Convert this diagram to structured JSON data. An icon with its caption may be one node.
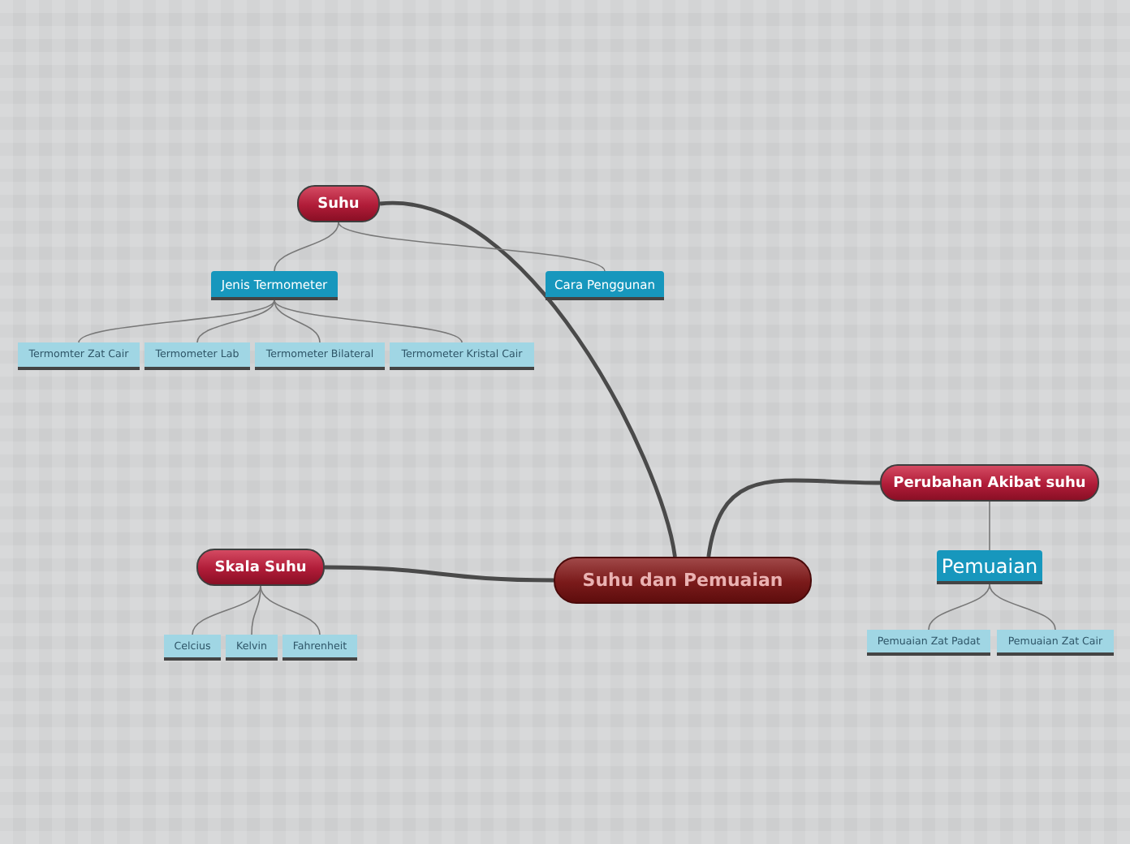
{
  "diagram": {
    "nodes": [
      {
        "text": [
          "Suhu dan Pemuaian"
        ]
      },
      {
        "text": [
          "Suhu"
        ]
      },
      {
        "text": [
          "Jenis Termometer"
        ]
      },
      {
        "text": [
          "Cara Penggunan"
        ]
      },
      {
        "text": [
          "Termomter Zat Cair"
        ]
      },
      {
        "text": [
          "Termometer Lab"
        ]
      },
      {
        "text": [
          "Termometer Bilateral"
        ]
      },
      {
        "text": [
          "Termometer Kristal Cair"
        ]
      },
      {
        "text": [
          "Skala Suhu"
        ]
      },
      {
        "text": [
          "Celcius"
        ]
      },
      {
        "text": [
          "Kelvin"
        ]
      },
      {
        "text": [
          "Fahrenheit"
        ]
      },
      {
        "text": [
          "Perubahan Akibat suhu"
        ]
      },
      {
        "text": [
          "Pemuaian"
        ]
      },
      {
        "text": [
          "Pemuaian Zat Padat"
        ]
      },
      {
        "text": [
          "Pemuaian Zat Cair"
        ]
      }
    ],
    "edges": [
      {
        "from": 0,
        "to": 1,
        "arrow": "none",
        "style": "thick"
      },
      {
        "from": 1,
        "to": 2,
        "arrow": "none"
      },
      {
        "from": 1,
        "to": 3,
        "arrow": "none"
      },
      {
        "from": 2,
        "to": 4,
        "arrow": "none"
      },
      {
        "from": 2,
        "to": 5,
        "arrow": "none"
      },
      {
        "from": 2,
        "to": 6,
        "arrow": "none"
      },
      {
        "from": 2,
        "to": 7,
        "arrow": "none"
      },
      {
        "from": 0,
        "to": 8,
        "arrow": "none",
        "style": "thick"
      },
      {
        "from": 8,
        "to": 9,
        "arrow": "none"
      },
      {
        "from": 8,
        "to": 10,
        "arrow": "none"
      },
      {
        "from": 8,
        "to": 11,
        "arrow": "none"
      },
      {
        "from": 0,
        "to": 12,
        "arrow": "none",
        "style": "thick"
      },
      {
        "from": 12,
        "to": 13,
        "arrow": "none"
      },
      {
        "from": 13,
        "to": 14,
        "arrow": "none"
      },
      {
        "from": 13,
        "to": 15,
        "arrow": "none"
      }
    ]
  }
}
